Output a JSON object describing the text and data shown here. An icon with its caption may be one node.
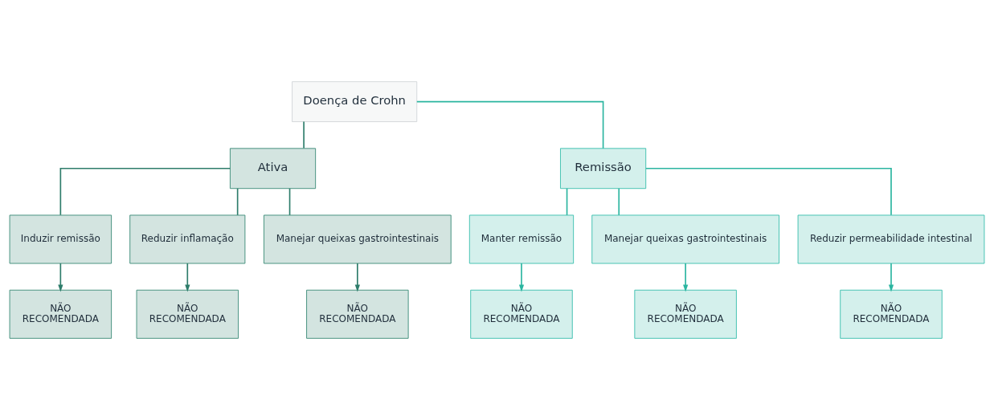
{
  "diagram": {
    "nodes": [
      {
        "text": [
          "Doença de Crohn"
        ]
      },
      {
        "text": [
          "Ativa"
        ]
      },
      {
        "text": [
          "Remissão"
        ]
      },
      {
        "text": [
          "Induzir remissão"
        ]
      },
      {
        "text": [
          "Reduzir inflamação"
        ]
      },
      {
        "text": [
          "Manejar queixas gastrointestinais"
        ]
      },
      {
        "text": [
          "Manter remissão"
        ]
      },
      {
        "text": [
          "Manejar queixas gastrointestinais"
        ]
      },
      {
        "text": [
          "Reduzir permeabilidade intestinal"
        ]
      },
      {
        "text": [
          "NÃO RECOMENDADA"
        ]
      },
      {
        "text": [
          "NÃO RECOMENDADA"
        ]
      },
      {
        "text": [
          "NÃO RECOMENDADA"
        ]
      },
      {
        "text": [
          "NÃO RECOMENDADA"
        ]
      },
      {
        "text": [
          "NÃO RECOMENDADA"
        ]
      },
      {
        "text": [
          "NÃO RECOMENDADA"
        ]
      }
    ],
    "edges": [
      {
        "from": 0,
        "to": 1,
        "arrow": "none",
        "color": "#2e7d6b"
      },
      {
        "from": 0,
        "to": 2,
        "arrow": "none",
        "color": "#2bb5a0"
      },
      {
        "from": 1,
        "to": 3,
        "arrow": "none",
        "color": "#2e7d6b"
      },
      {
        "from": 1,
        "to": 4,
        "arrow": "none",
        "color": "#2e7d6b"
      },
      {
        "from": 1,
        "to": 5,
        "arrow": "none",
        "color": "#2e7d6b"
      },
      {
        "from": 2,
        "to": 6,
        "arrow": "none",
        "color": "#2bb5a0"
      },
      {
        "from": 2,
        "to": 7,
        "arrow": "none",
        "color": "#2bb5a0"
      },
      {
        "from": 2,
        "to": 8,
        "arrow": "none",
        "color": "#2bb5a0"
      },
      {
        "from": 3,
        "to": 9,
        "arrow": "to",
        "color": "#2e7d6b"
      },
      {
        "from": 4,
        "to": 10,
        "arrow": "to",
        "color": "#2e7d6b"
      },
      {
        "from": 5,
        "to": 11,
        "arrow": "to",
        "color": "#2e7d6b"
      },
      {
        "from": 6,
        "to": 12,
        "arrow": "to",
        "color": "#2bb5a0"
      },
      {
        "from": 7,
        "to": 13,
        "arrow": "to",
        "color": "#2bb5a0"
      },
      {
        "from": 8,
        "to": 14,
        "arrow": "to",
        "color": "#2bb5a0"
      }
    ]
  }
}
